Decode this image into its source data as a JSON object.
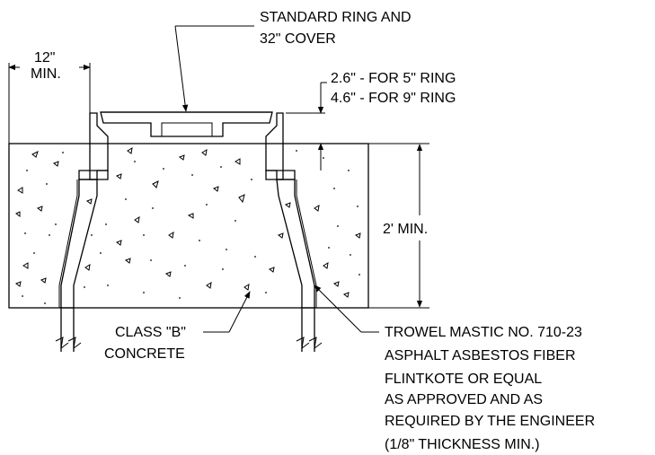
{
  "labels": {
    "ring_cover_1": "STANDARD RING AND",
    "ring_cover_2": "32\" COVER",
    "dim_12": "12\"",
    "dim_min": "MIN.",
    "ring_5": "2.6\" - FOR 5\" RING",
    "ring_9": "4.6\" - FOR 9\" RING",
    "dim_2ft": "2' MIN.",
    "class_b_1": "CLASS \"B\"",
    "class_b_2": "CONCRETE",
    "mastic": [
      "TROWEL MASTIC NO. 710-23",
      "ASPHALT ASBESTOS FIBER",
      "FLINTKOTE OR EQUAL",
      "AS APPROVED AND AS",
      "REQUIRED BY THE ENGINEER",
      "(1/8\" THICKNESS MIN.)"
    ]
  }
}
